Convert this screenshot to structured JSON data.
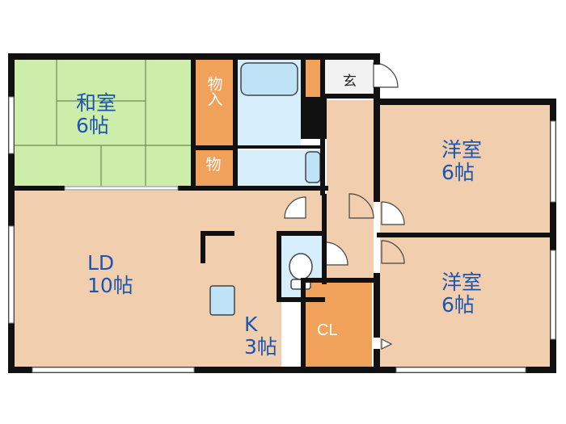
{
  "rooms": {
    "washitsu": {
      "name": "和室",
      "size": "6帖"
    },
    "yoshitsu_upper": {
      "name": "洋室",
      "size": "6帖"
    },
    "yoshitsu_lower": {
      "name": "洋室",
      "size": "6帖"
    },
    "ld": {
      "name": "LD",
      "size": "10帖"
    },
    "kitchen": {
      "name": "K",
      "size": "3帖"
    }
  },
  "storage": {
    "oshiire": "物入",
    "mono": "物",
    "closet": "CL"
  },
  "entrance": "玄",
  "colors": {
    "wall": "#111111",
    "tatami": "#cdeeaa",
    "flooring": "#f1cfae",
    "storage": "#f0a15a",
    "wet_area": "#d7eefc",
    "room_text": "#1a55b3"
  }
}
